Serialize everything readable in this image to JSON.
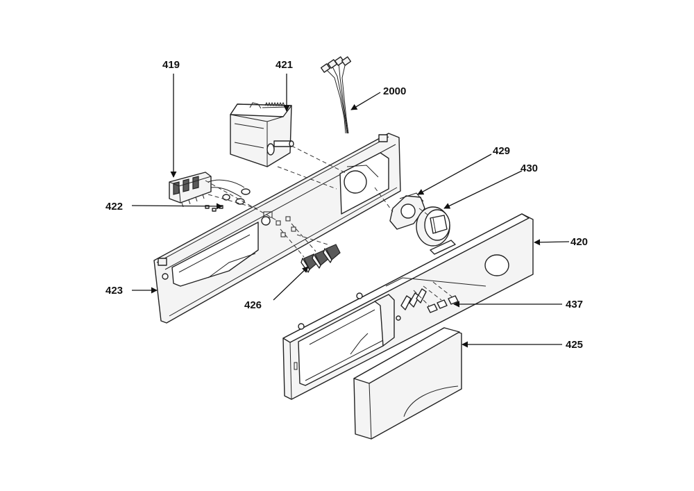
{
  "diagram": {
    "callouts": [
      {
        "id": "c419",
        "label": "419"
      },
      {
        "id": "c421",
        "label": "421"
      },
      {
        "id": "c2000",
        "label": "2000"
      },
      {
        "id": "c429",
        "label": "429"
      },
      {
        "id": "c430",
        "label": "430"
      },
      {
        "id": "c422",
        "label": "422"
      },
      {
        "id": "c420",
        "label": "420"
      },
      {
        "id": "c423",
        "label": "423"
      },
      {
        "id": "c426",
        "label": "426"
      },
      {
        "id": "c437",
        "label": "437"
      },
      {
        "id": "c425",
        "label": "425"
      }
    ],
    "colors": {
      "line": "#222222",
      "fill": "#f4f4f4",
      "background": "#ffffff"
    }
  }
}
